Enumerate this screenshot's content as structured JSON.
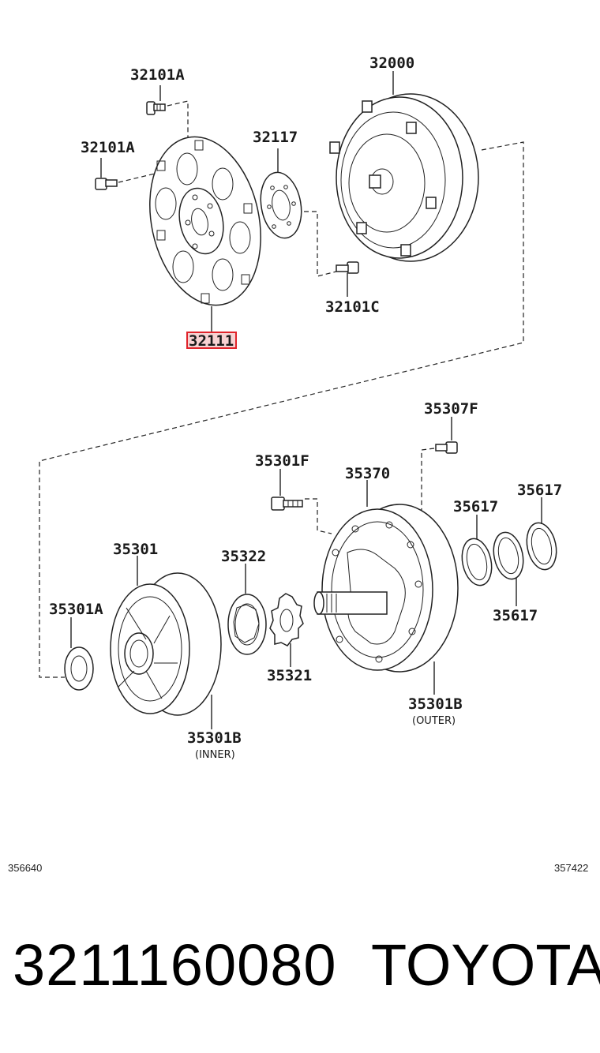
{
  "diagram": {
    "labels": {
      "l32101a_top": "32101A",
      "l32101a_left": "32101A",
      "l32117": "32117",
      "l32000": "32000",
      "l32101c": "32101C",
      "l32111": "32111",
      "l35307f": "35307F",
      "l35301f": "35301F",
      "l35370": "35370",
      "l35617_a": "35617",
      "l35617_b": "35617",
      "l35617_c": "35617",
      "l35301": "35301",
      "l35322": "35322",
      "l35301a": "35301A",
      "l35321": "35321",
      "l35301b_outer": "35301B",
      "outer_note": "(OUTER)",
      "l35301b_inner": "35301B",
      "inner_note": "(INNER)"
    },
    "refs": {
      "left": "356640",
      "right": "357422"
    },
    "highlighted_part": "32111",
    "highlight_color": "#e0242b"
  },
  "footer": {
    "part_number": "3211160080",
    "brand": "TOYOTA"
  }
}
